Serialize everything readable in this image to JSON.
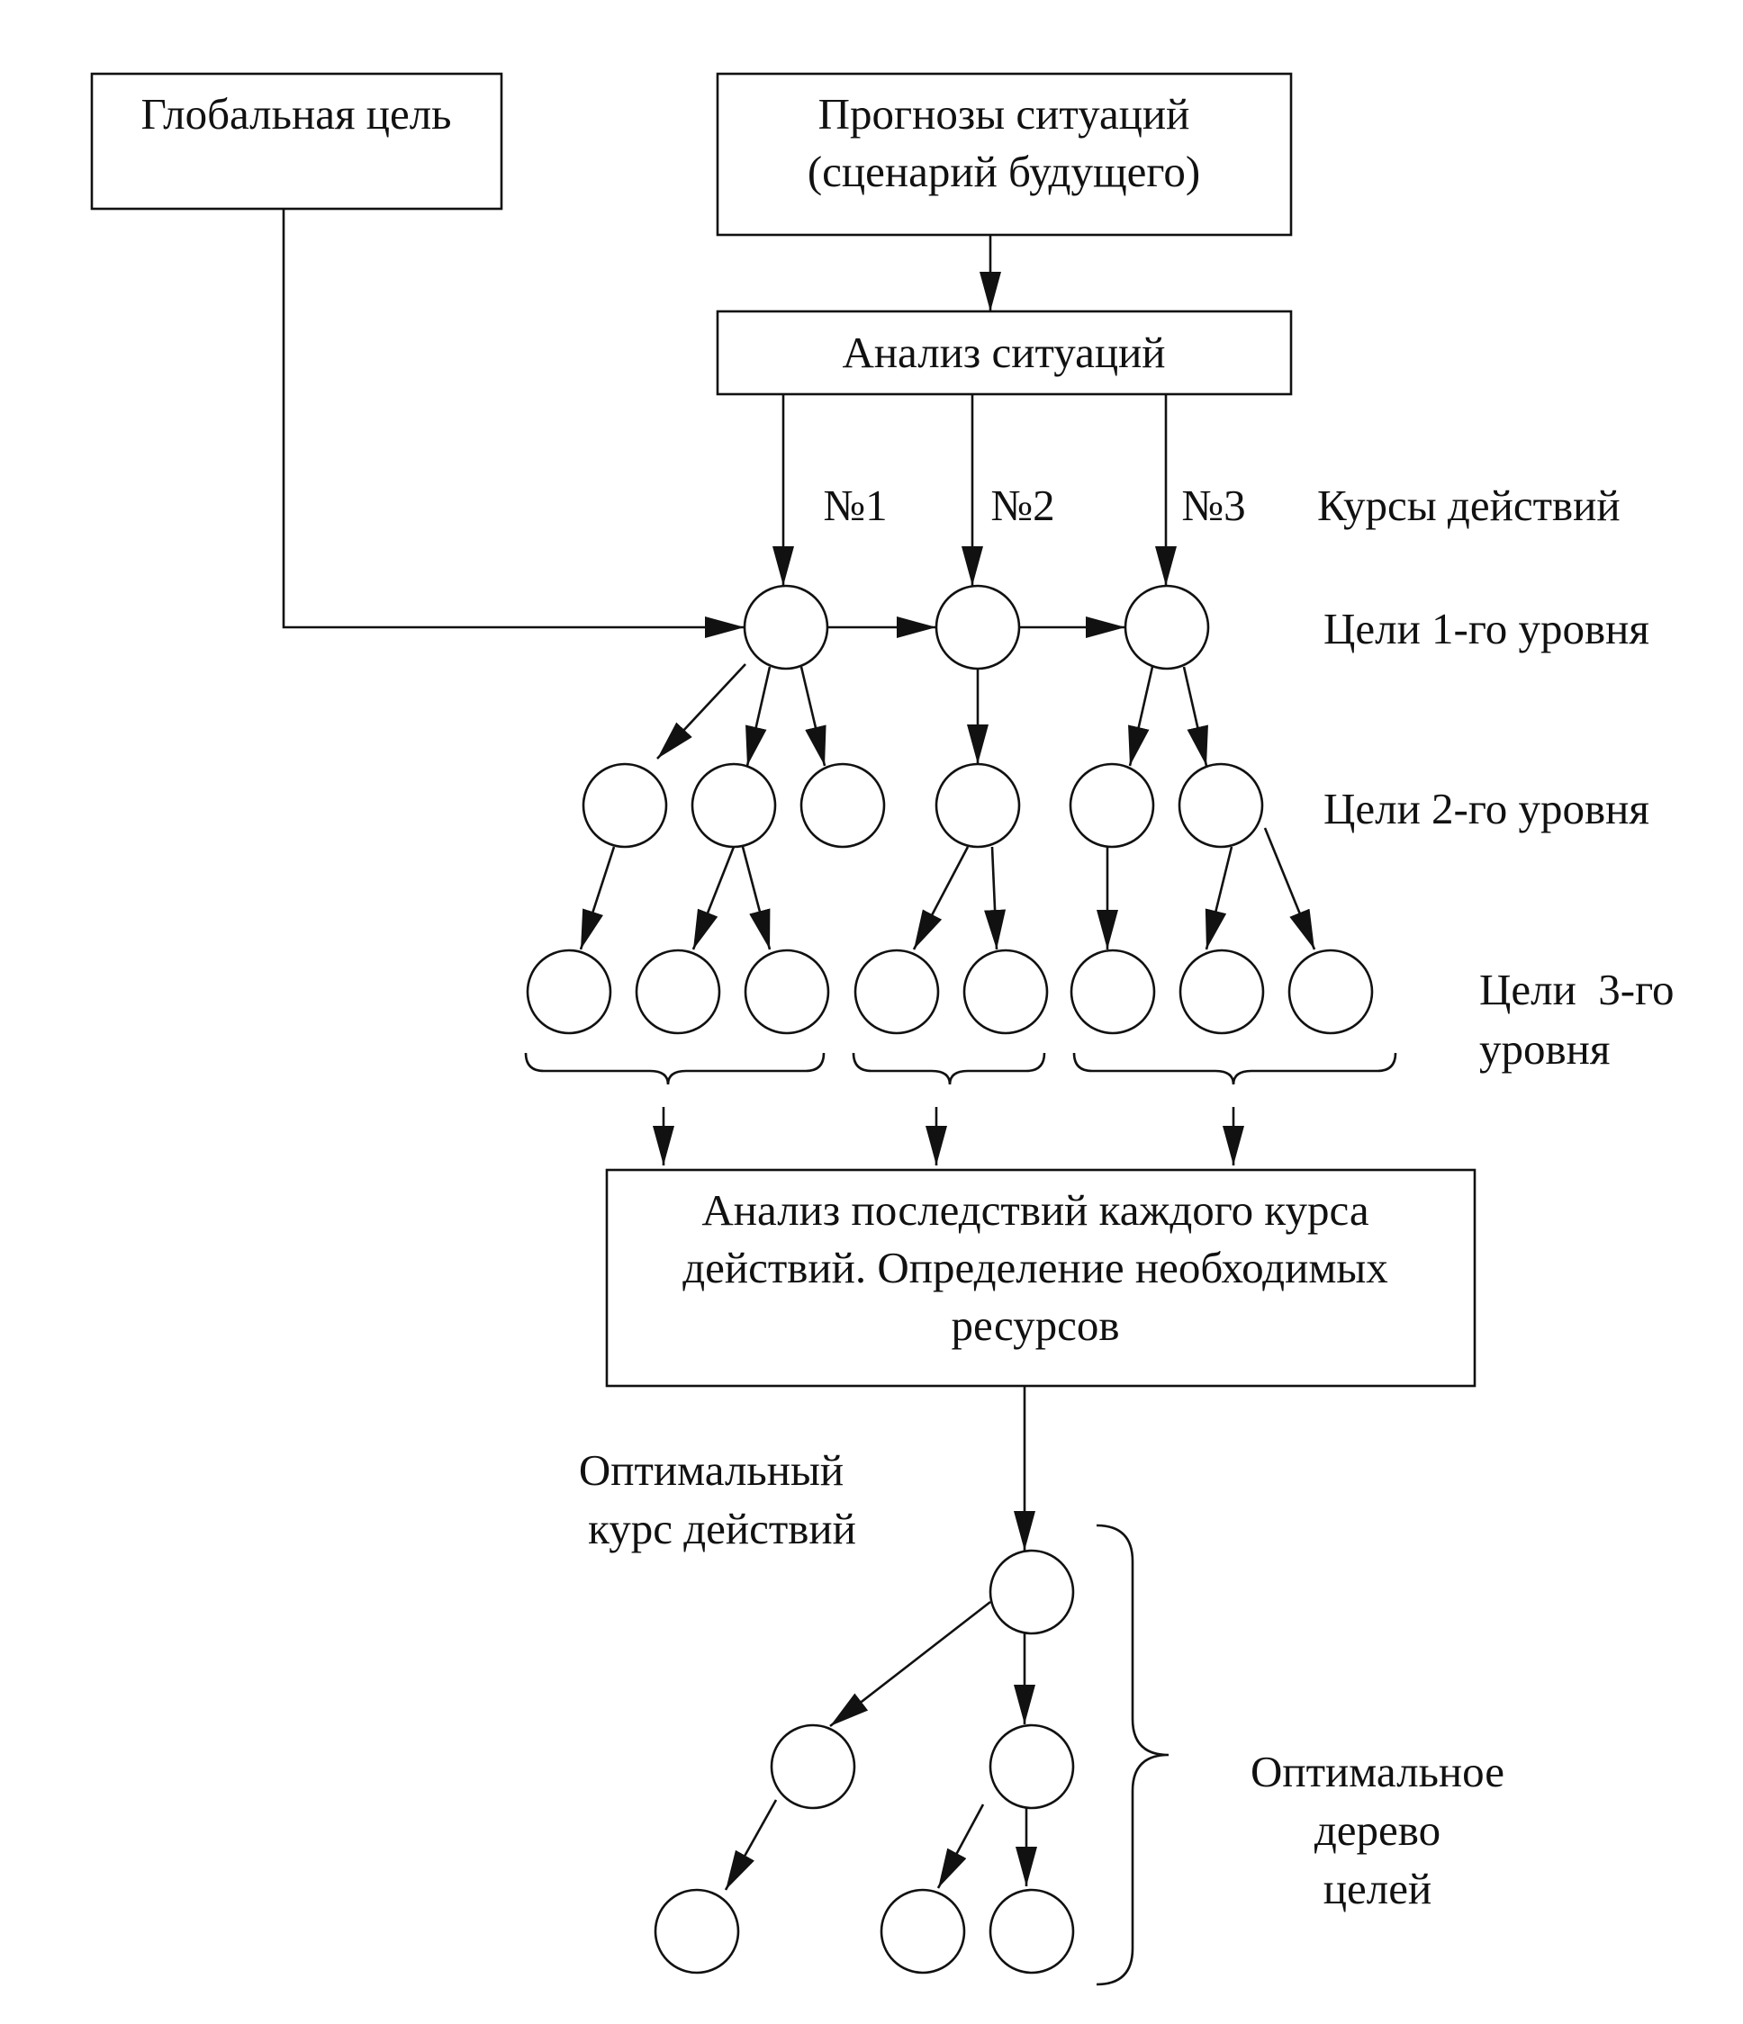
{
  "boxes": {
    "global_goal": "Глобальная цель",
    "forecast_line1": "Прогнозы ситуаций",
    "forecast_line2": "(сценарий будущего)",
    "situation_analysis": "Анализ ситуаций",
    "consequences_line1": "Анализ последствий каждого курса",
    "consequences_line2": "действий. Определение необходимых",
    "consequences_line3": "ресурсов"
  },
  "courses": {
    "c1": "№1",
    "c2": "№2",
    "c3": "№3"
  },
  "labels": {
    "courses_of_action": "Курсы действий",
    "level1": "Цели 1-го уровня",
    "level2": "Цели 2-го уровня",
    "level3_line1": "Цели  3-го",
    "level3_line2": "уровня",
    "optimal_course_line1": "Оптимальный",
    "optimal_course_line2": "курс действий",
    "optimal_tree_line1": "Оптимальное",
    "optimal_tree_line2": "дерево",
    "optimal_tree_line3": "целей"
  },
  "colors": {
    "ink": "#111111",
    "background": "#ffffff"
  }
}
